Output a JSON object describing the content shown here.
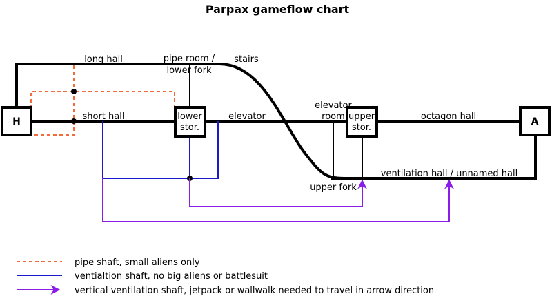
{
  "title": "Parpax gameflow chart",
  "nodes": {
    "h": "H",
    "a": "A",
    "lower_stor_line1": "lower",
    "lower_stor_line2": "stor.",
    "upper_stor_line1": "upper",
    "upper_stor_line2": "stor."
  },
  "labels": {
    "long_hall": "long hall",
    "pipe_room_line1": "pipe room /",
    "pipe_room_line2": "lower fork",
    "stairs": "stairs",
    "short_hall": "short hall",
    "elevator": "elevator",
    "elevator_room_line1": "elevator",
    "elevator_room_line2": "room",
    "octagon_hall": "octagon hall",
    "ventilation_hall": "ventilation hall / unnamed hall",
    "upper_fork": "upper fork"
  },
  "legend": {
    "pipe_shaft": "pipe shaft, small aliens only",
    "ventilation_shaft": "ventialtion shaft, no big aliens or battlesuit",
    "vertical_shaft": "vertical ventilation shaft, jetpack or wallwalk needed to travel in arrow direction"
  },
  "colors": {
    "hall": "#000000",
    "pipe_shaft": "#f26b3a",
    "ventilation_shaft": "#1a1acc",
    "vertical_shaft": "#8a1ee8"
  }
}
